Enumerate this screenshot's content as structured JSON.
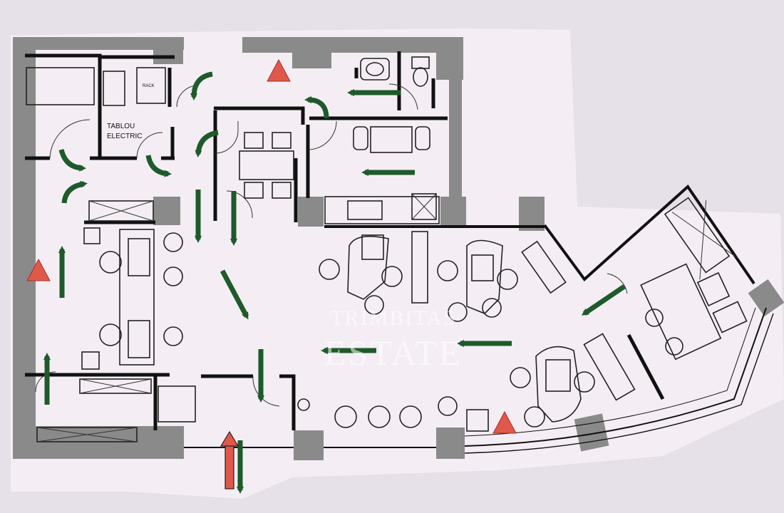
{
  "labels": {
    "electric_panel": "TABLOU",
    "electric_panel_2": "ELECTRIC",
    "rack": "RACK"
  },
  "watermark": {
    "line1": "TRIMBITAS",
    "line2": "ESTATE"
  },
  "colors": {
    "paper": "#f4eef4",
    "background": "#e6e0e8",
    "wall": "#8a8a8a",
    "evacuation_arrow": "#1e5a2a",
    "entry_arrow": "#e0584a",
    "warning_triangle": "#e0584a"
  },
  "icons": [
    "fire-extinguisher-triangle",
    "evacuation-arrow",
    "entry-arrow",
    "door-swing"
  ]
}
